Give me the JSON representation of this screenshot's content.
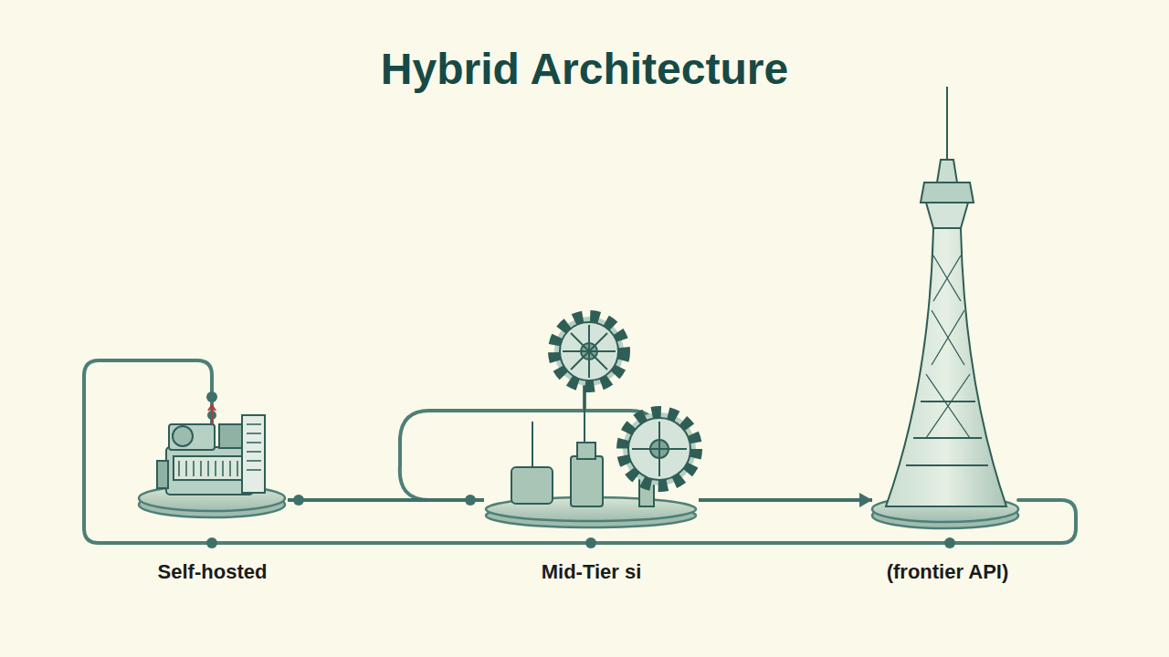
{
  "diagram": {
    "title": "Hybrid Architecture",
    "nodes": [
      {
        "text": [
          "Self-hosted"
        ]
      },
      {
        "text": [
          "Mid-Tier si"
        ]
      },
      {
        "text": [
          "(frontier API)"
        ]
      }
    ],
    "edges": [
      {
        "from": 0,
        "to": 1,
        "arrow": "none"
      },
      {
        "from": 1,
        "to": 2,
        "arrow": "to"
      }
    ]
  }
}
